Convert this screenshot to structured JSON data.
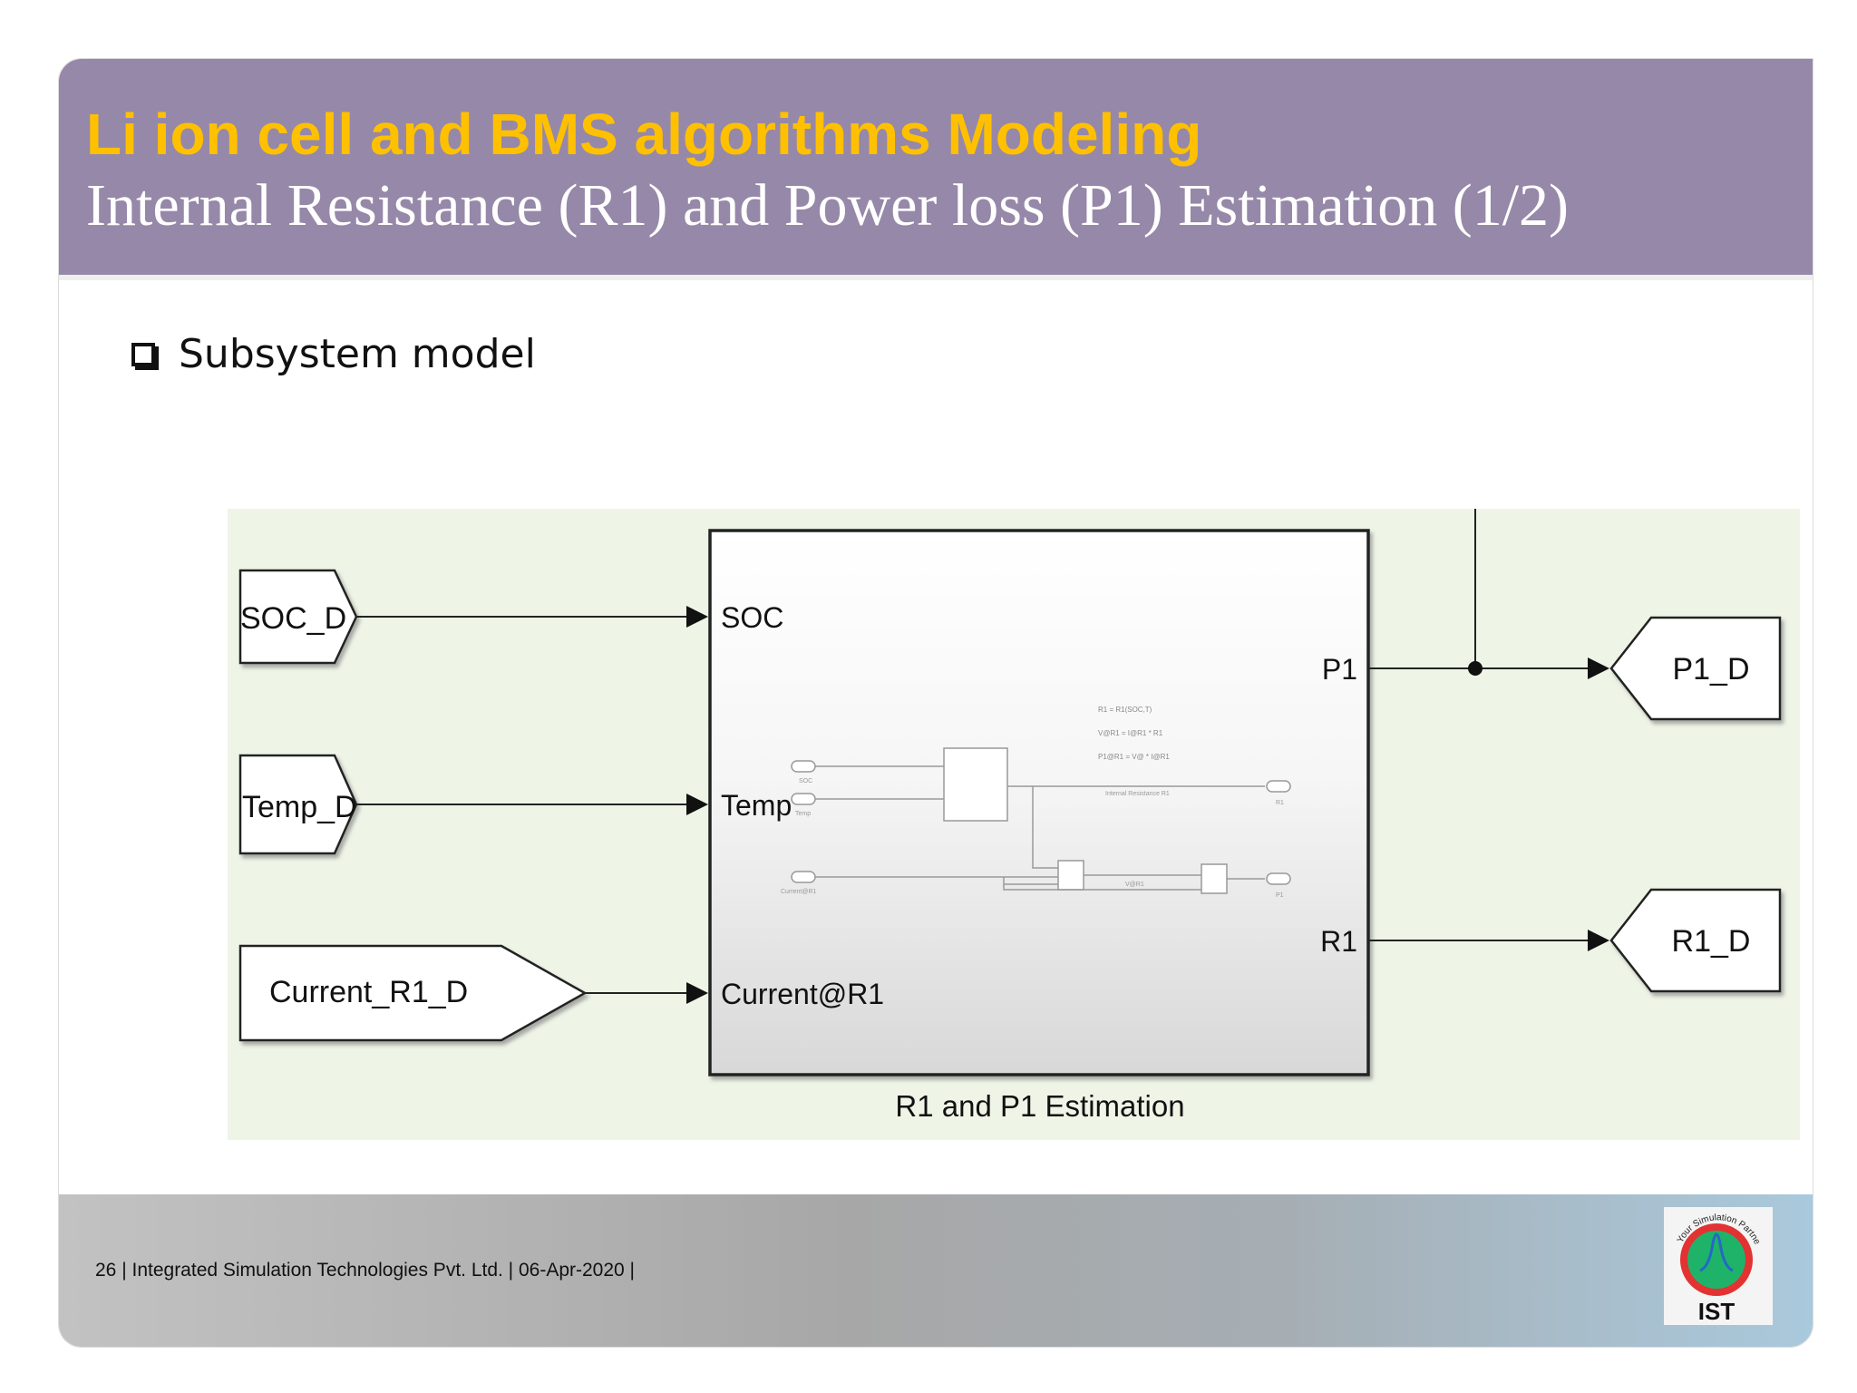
{
  "header": {
    "title": "Li ion cell and BMS algorithms Modeling",
    "subtitle": "Internal Resistance (R1) and Power loss (P1) Estimation (1/2)"
  },
  "bullet": {
    "text": "Subsystem model"
  },
  "diagram": {
    "inputs": [
      {
        "label": "SOC_D"
      },
      {
        "label": "Temp_D"
      },
      {
        "label": "Current_R1_D"
      }
    ],
    "subsystem": {
      "name": "R1 and P1 Estimation",
      "in_ports": [
        "SOC",
        "Temp",
        "Current@R1"
      ],
      "out_ports": [
        "P1",
        "R1"
      ]
    },
    "outputs": [
      {
        "label": "P1_D"
      },
      {
        "label": "R1_D"
      }
    ],
    "thumbnail": {
      "equations": [
        "R1 = R1(SOC,T)",
        "V@R1 = I@R1 * R1",
        "P1@R1 = V@ * I@R1"
      ],
      "signal_label_r": "Internal Resistance R1",
      "signal_label_v": "V@R1",
      "port_labels": [
        "SOC",
        "Temp",
        "Current@R1",
        "R1",
        "P1"
      ]
    }
  },
  "footer": {
    "text": "26 | Integrated Simulation Technologies Pvt. Ltd. | 06-Apr-2020 |",
    "logo_text": "IST",
    "logo_tagline": "Your Simulation Partner"
  },
  "colors": {
    "header_bg": "#9688a8",
    "title": "#ffc000",
    "diagram_bg": "#eef5e7"
  }
}
